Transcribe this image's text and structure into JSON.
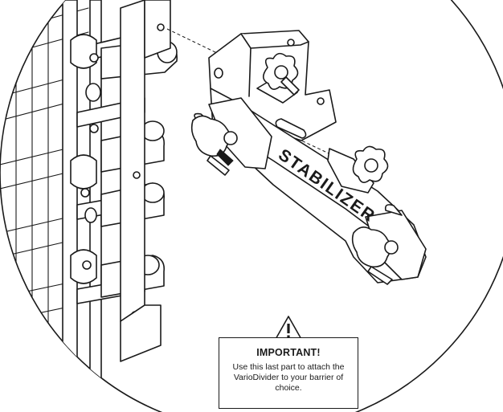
{
  "diagram": {
    "part_label": "STABILIZER",
    "notice": {
      "title": "IMPORTANT!",
      "body": "Use this last part to attach the VarioDivider to your barrier of choice."
    },
    "icons": [
      "warning-icon",
      "knob-icon"
    ],
    "colors": {
      "line": "#1a1a1a",
      "background": "#ffffff"
    }
  }
}
